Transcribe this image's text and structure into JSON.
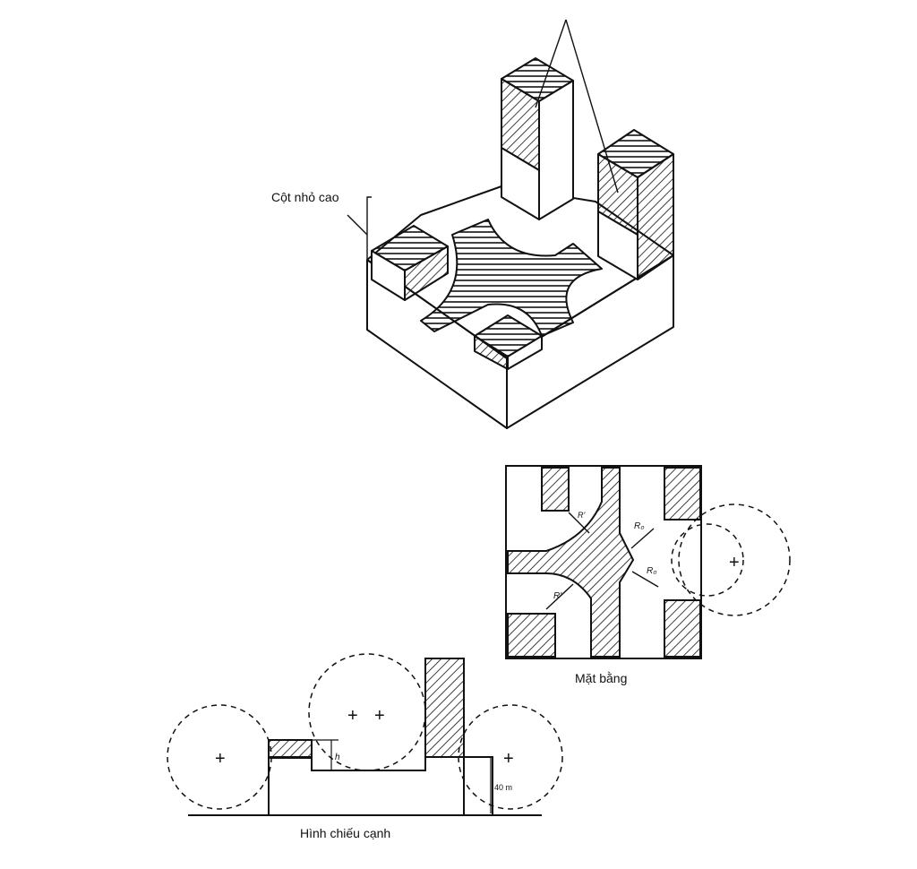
{
  "labels": {
    "column": "Cột nhỏ cao",
    "plan": "Mặt bằng",
    "side_view": "Hình chiếu cạnh"
  },
  "plan_marks": {
    "r1": "R'",
    "r2": "R'",
    "r3": "R₀",
    "r4": "R₀",
    "plus": "+"
  },
  "side_marks": {
    "h": "h",
    "dim": "40 m",
    "plus": "+"
  }
}
